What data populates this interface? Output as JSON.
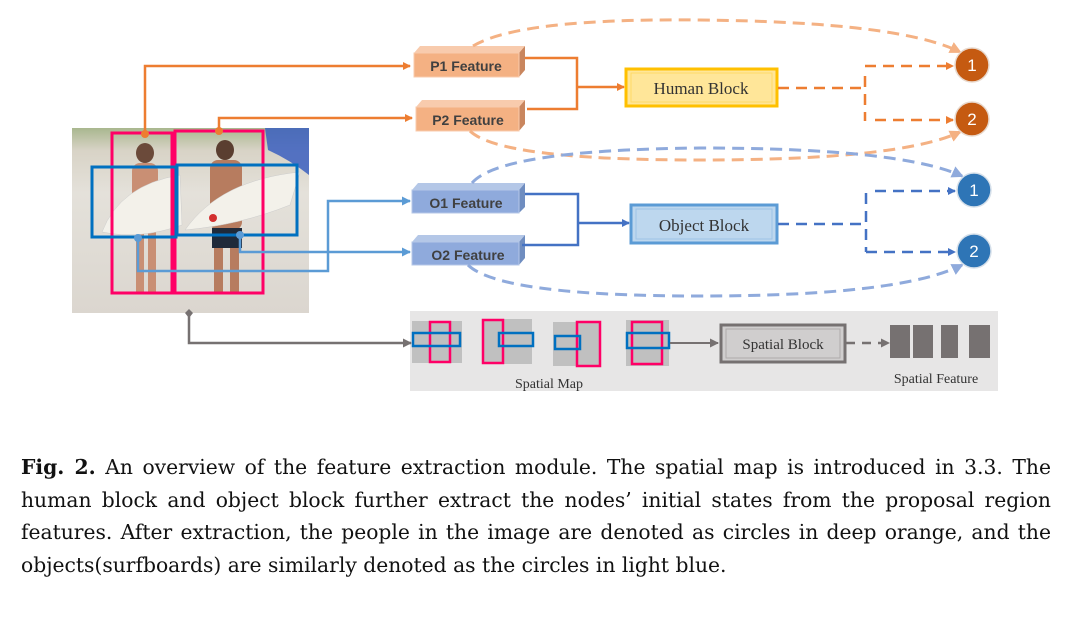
{
  "figure": {
    "human_branch": {
      "features": [
        {
          "label": "P1 Feature"
        },
        {
          "label": "P2 Feature"
        }
      ],
      "block_label": "Human Block",
      "nodes": [
        {
          "label": "1"
        },
        {
          "label": "2"
        }
      ],
      "colors": {
        "arrow": "#ED7D31",
        "feature_fill": "#F4B183",
        "block_fill": "#FFE699",
        "block_border": "#FFC000",
        "node_fill": "#C55A11",
        "curve": "#F4B183"
      }
    },
    "object_branch": {
      "features": [
        {
          "label": "O1 Feature"
        },
        {
          "label": "O2 Feature"
        }
      ],
      "block_label": "Object Block",
      "nodes": [
        {
          "label": "1"
        },
        {
          "label": "2"
        }
      ],
      "colors": {
        "arrow": "#4472C4",
        "feature_fill": "#8FAADC",
        "block_fill": "#BDD7EE",
        "block_border": "#5B9BD5",
        "node_fill": "#2E75B6",
        "curve": "#8FAADC",
        "input_arrow": "#5B9BD5"
      }
    },
    "spatial_branch": {
      "map_label": "Spatial Map",
      "block_label": "Spatial Block",
      "feature_label": "Spatial Feature",
      "colors": {
        "panel": "#E7E6E6",
        "arrow": "#767171",
        "human_box": "#FF0066",
        "object_box": "#0070C0",
        "map_bg": "#C0C0C0",
        "feature_bar": "#767171"
      }
    },
    "image": {
      "description": "Two people walking on a beach carrying surfboards, with pink human boxes and blue object boxes"
    }
  },
  "caption": {
    "fig_number": "Fig. 2.",
    "text": "An overview of the feature extraction module. The spatial map is introduced in 3.3. The human block and object block further extract the nodes’ initial states from the proposal region features. After extraction, the people in the image are denoted as circles in deep orange, and the objects(surfboards) are similarly denoted as the circles in light blue."
  }
}
